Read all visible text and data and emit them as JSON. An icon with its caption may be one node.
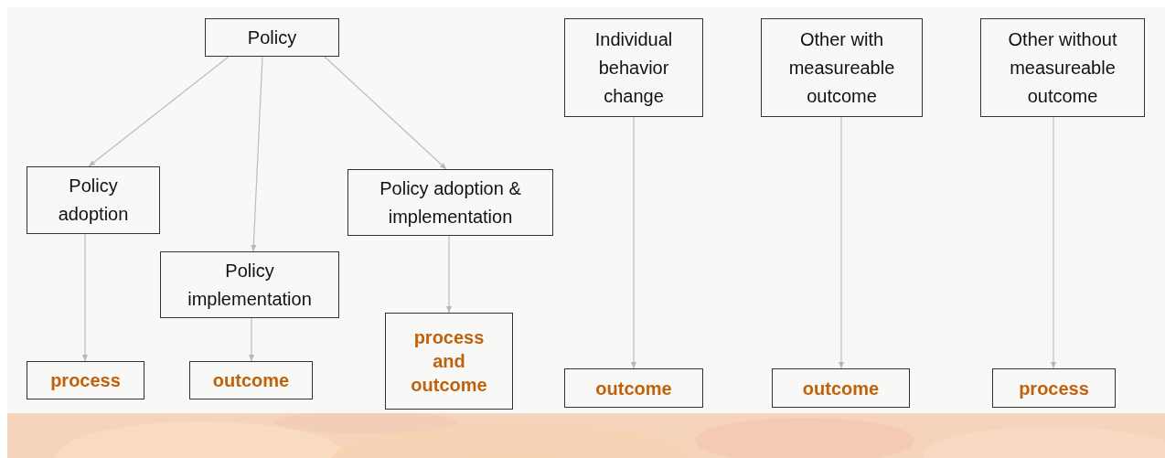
{
  "diagram": {
    "nodes": [
      {
        "text": [
          "Policy"
        ]
      },
      {
        "text": [
          "Policy adoption"
        ]
      },
      {
        "text": [
          "Policy implementation"
        ]
      },
      {
        "text": [
          "Policy adoption & implementation"
        ]
      },
      {
        "text": [
          "process"
        ]
      },
      {
        "text": [
          "outcome"
        ]
      },
      {
        "text": [
          "process and outcome"
        ]
      },
      {
        "text": [
          "Individual behavior change"
        ]
      },
      {
        "text": [
          "Other with measureable outcome"
        ]
      },
      {
        "text": [
          "Other without measureable outcome"
        ]
      },
      {
        "text": [
          "outcome"
        ]
      },
      {
        "text": [
          "outcome"
        ]
      },
      {
        "text": [
          "process"
        ]
      }
    ],
    "edges": [
      {
        "from": 0,
        "to": 1,
        "arrow": "to"
      },
      {
        "from": 0,
        "to": 2,
        "arrow": "to"
      },
      {
        "from": 0,
        "to": 3,
        "arrow": "to"
      },
      {
        "from": 1,
        "to": 4,
        "arrow": "to"
      },
      {
        "from": 2,
        "to": 5,
        "arrow": "to"
      },
      {
        "from": 3,
        "to": 6,
        "arrow": "to"
      },
      {
        "from": 7,
        "to": 10,
        "arrow": "to"
      },
      {
        "from": 8,
        "to": 11,
        "arrow": "to"
      },
      {
        "from": 9,
        "to": 12,
        "arrow": "to"
      }
    ]
  }
}
